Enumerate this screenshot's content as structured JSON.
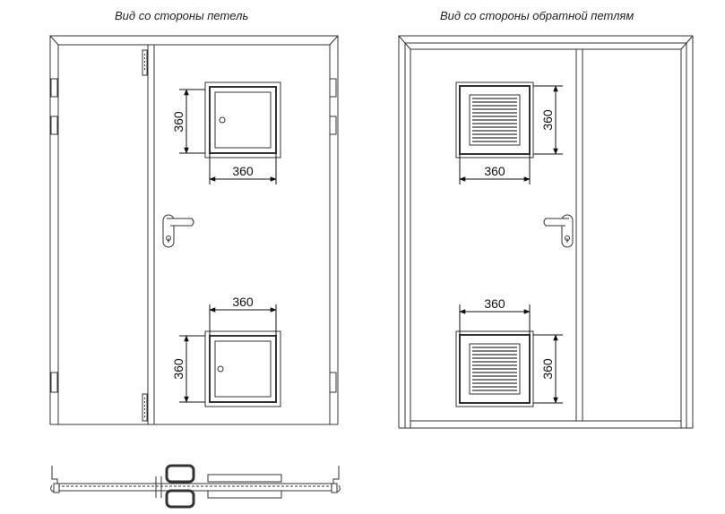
{
  "captions": {
    "hinge_side": "Вид со стороны петель",
    "reverse_side": "Вид со стороны обратной  петлям"
  },
  "dimensions": {
    "left_top_vertical": "360",
    "left_top_horizontal": "360",
    "left_bottom_horizontal": "360",
    "left_bottom_vertical": "360",
    "right_top_vertical": "360",
    "right_top_horizontal": "360",
    "right_bottom_horizontal": "360",
    "right_bottom_vertical": "360"
  }
}
